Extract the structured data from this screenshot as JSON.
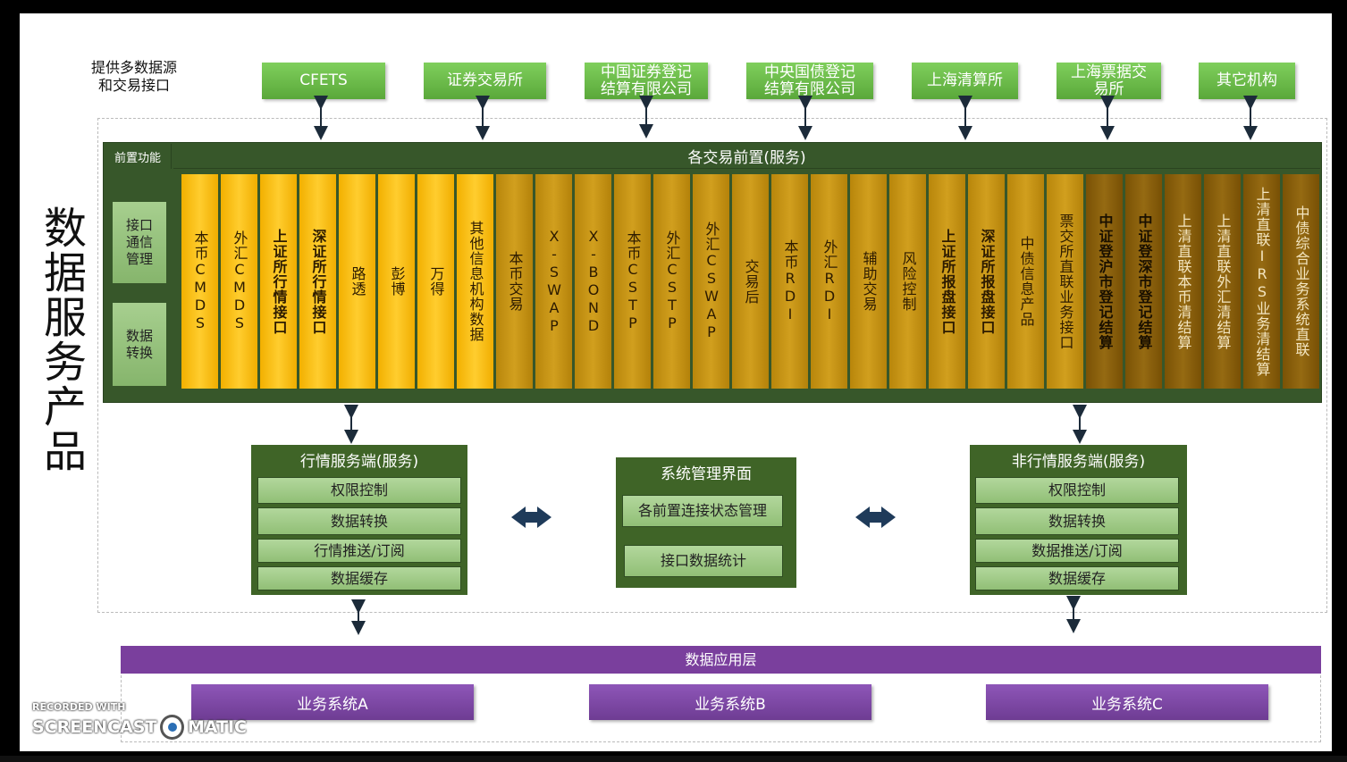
{
  "side_title": "数据服务产品",
  "source_note": "提供多数据源\n和交易接口",
  "sources": [
    "CFETS",
    "证券交易所",
    "中国证券登记\n结算有限公司",
    "中央国债登记\n结算有限公司",
    "上海清算所",
    "上海票据交\n易所",
    "其它机构"
  ],
  "front": {
    "left_header": "前置功能",
    "header": "各交易前置(服务)",
    "left_items": [
      "接口\n通信\n管理",
      "数据\n转换"
    ],
    "columns": [
      {
        "label": "本币CMDS",
        "tone": 1,
        "bold": false
      },
      {
        "label": "外汇CMDS",
        "tone": 1,
        "bold": false
      },
      {
        "label": "上证所行情接口",
        "tone": 1,
        "bold": true
      },
      {
        "label": "深证所行情接口",
        "tone": 1,
        "bold": true
      },
      {
        "label": "路透",
        "tone": 1,
        "bold": false
      },
      {
        "label": "彭博",
        "tone": 1,
        "bold": false
      },
      {
        "label": "万得",
        "tone": 1,
        "bold": false
      },
      {
        "label": "其他信息机构数据",
        "tone": 1,
        "bold": false
      },
      {
        "label": "本币交易",
        "tone": 2,
        "bold": false
      },
      {
        "label": "X-SWAP",
        "tone": 2,
        "bold": false
      },
      {
        "label": "X-BOND",
        "tone": 2,
        "bold": false
      },
      {
        "label": "本币CSTP",
        "tone": 2,
        "bold": false
      },
      {
        "label": "外汇CSTP",
        "tone": 2,
        "bold": false
      },
      {
        "label": "外汇CSWAP",
        "tone": 2,
        "bold": false
      },
      {
        "label": "交易后",
        "tone": 2,
        "bold": false
      },
      {
        "label": "本币RDI",
        "tone": 2,
        "bold": false
      },
      {
        "label": "外汇RDI",
        "tone": 2,
        "bold": false
      },
      {
        "label": "辅助交易",
        "tone": 2,
        "bold": false
      },
      {
        "label": "风险控制",
        "tone": 2,
        "bold": false
      },
      {
        "label": "上证所报盘接口",
        "tone": 2,
        "bold": true
      },
      {
        "label": "深证所报盘接口",
        "tone": 2,
        "bold": true
      },
      {
        "label": "中债信息产品",
        "tone": 2,
        "bold": false
      },
      {
        "label": "票交所直联业务接口",
        "tone": 2,
        "bold": false
      },
      {
        "label": "中证登沪市登记结算",
        "tone": 3,
        "bold": true
      },
      {
        "label": "中证登深市登记结算",
        "tone": 3,
        "bold": true
      },
      {
        "label": "上清直联本币清结算",
        "tone": 3,
        "bold": false
      },
      {
        "label": "上清直联外汇清结算",
        "tone": 3,
        "bold": false
      },
      {
        "label": "上清直联IRS业务清结算",
        "tone": 3,
        "bold": false
      },
      {
        "label": "中债综合业务系统直联",
        "tone": 3,
        "bold": false
      }
    ]
  },
  "market_service": {
    "title": "行情服务端(服务)",
    "items": [
      "权限控制",
      "数据转换",
      "行情推送/订阅",
      "数据缓存"
    ]
  },
  "system_mgmt": {
    "title": "系统管理界面",
    "items": [
      "各前置连接状态管理",
      "接口数据统计"
    ]
  },
  "nonmarket_service": {
    "title": "非行情服务端(服务)",
    "items": [
      "权限控制",
      "数据转换",
      "数据推送/订阅",
      "数据缓存"
    ]
  },
  "app_layer": {
    "title": "数据应用层",
    "systems": [
      "业务系统A",
      "业务系统B",
      "业务系统C"
    ]
  },
  "watermark": {
    "line1": "RECORDED WITH",
    "line2a": "SCREENCAST",
    "line2b": "MATIC"
  },
  "colors": {
    "green": "#37572a",
    "light_green": "#9cc783",
    "orange": "#f5b400",
    "dark_gold": "#7a5205",
    "purple": "#7a3f9d"
  }
}
